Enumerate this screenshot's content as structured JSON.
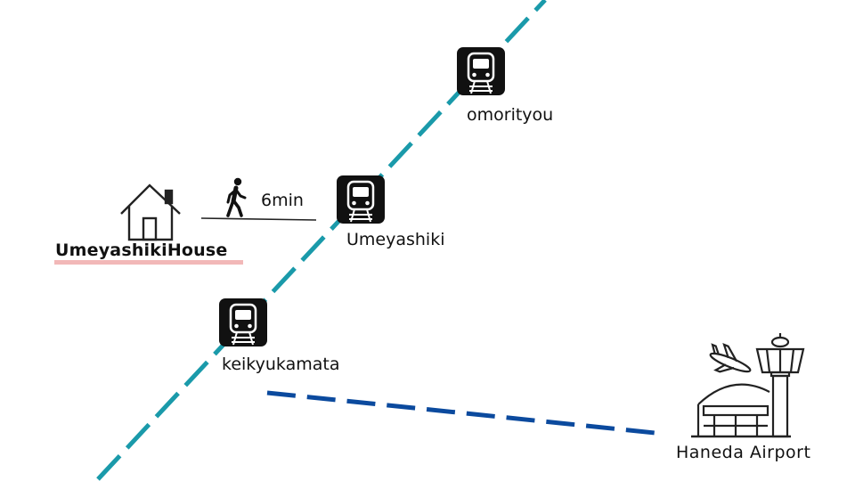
{
  "stations": [
    {
      "name": "omorityou"
    },
    {
      "name": "Umeyashiki"
    },
    {
      "name": "keikyukamata"
    }
  ],
  "house": {
    "name": "UmeyashikiHouse",
    "icon": "house-icon"
  },
  "walk": {
    "time": "6min",
    "icon": "pedestrian-icon"
  },
  "airport": {
    "name": "Haneda Airport",
    "icon": "airport-icon"
  },
  "colors": {
    "rail_line": "#1a9aaa",
    "airport_line": "#0b4a9e",
    "station_bg": "#111111",
    "house_underline": "#f2b8b8"
  }
}
